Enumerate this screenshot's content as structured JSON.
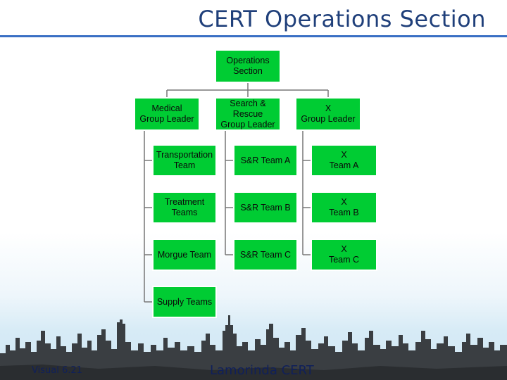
{
  "slide": {
    "title": "CERT Operations Section",
    "footer_left": "Visual 6.21",
    "footer_center": "Lamorinda CERT"
  },
  "org_chart": {
    "root": "Operations\nSection",
    "groups": [
      {
        "leader": "Medical\nGroup Leader",
        "teams": [
          "Transportation\nTeam",
          "Treatment\nTeams",
          "Morgue Team",
          "Supply Teams"
        ]
      },
      {
        "leader": "Search &\nRescue\nGroup Leader",
        "teams": [
          "S&R Team A",
          "S&R Team B",
          "S&R Team C"
        ]
      },
      {
        "leader": "X\nGroup Leader",
        "teams": [
          "X\nTeam A",
          "X\nTeam B",
          "X\nTeam C"
        ]
      }
    ],
    "colors": {
      "box_fill": "#00cc33",
      "line": "#777777",
      "title": "#1f3f7a"
    }
  }
}
